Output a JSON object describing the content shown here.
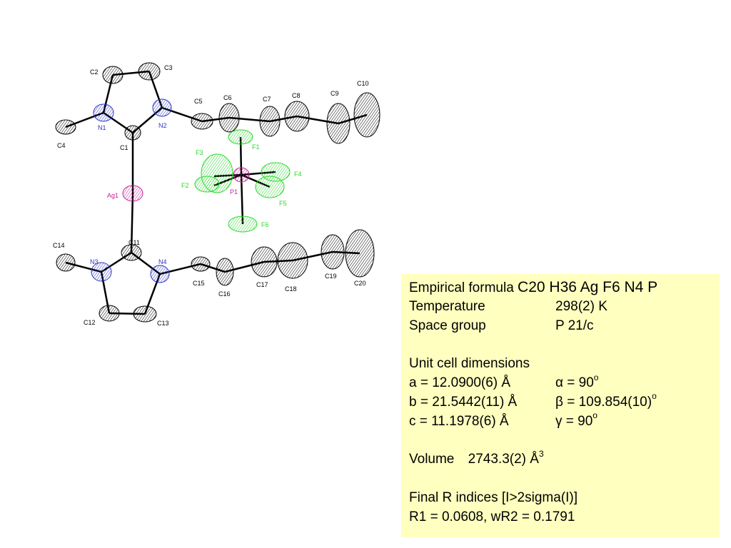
{
  "colors": {
    "carbon": "#000000",
    "nitrogen": "#2a34c8",
    "fluorine": "#28d82a",
    "phosphorus": "#c8209a",
    "silver": "#c8209a",
    "panel": "#ffffc0"
  },
  "atoms": {
    "C1": "C1",
    "C2": "C2",
    "C3": "C3",
    "C4": "C4",
    "C5": "C5",
    "C6": "C6",
    "C7": "C7",
    "C8": "C8",
    "C9": "C9",
    "C10": "C10",
    "C11": "C11",
    "C12": "C12",
    "C13": "C13",
    "C14": "C14",
    "C15": "C15",
    "C16": "C16",
    "C17": "C17",
    "C18": "C18",
    "C19": "C19",
    "C20": "C20",
    "N1": "N1",
    "N2": "N2",
    "N3": "N3",
    "N4": "N4",
    "Ag1": "Ag1",
    "P1": "P1",
    "F1": "F1",
    "F2": "F2",
    "F3": "F3",
    "F4": "F4",
    "F5": "F5",
    "F6": "F6"
  },
  "crystal": {
    "formula_label": "Empirical formula",
    "formula_value": "C20 H36 Ag F6 N4 P",
    "temperature_label": "Temperature",
    "temperature_value": "298(2) K",
    "space_group_label": "Space group",
    "space_group_value": "P 21/c",
    "unit_cell_heading": "Unit cell dimensions",
    "a": "a = 12.0900(6) Å",
    "alpha": "α = 90",
    "b": "b = 21.5442(11) Å",
    "beta": "β = 109.854(10)",
    "c": "c = 11.1978(6) Å",
    "gamma": "γ = 90",
    "degree_sup": "o",
    "volume_label": "Volume",
    "volume_value": "2743.3(2) Å",
    "volume_sup": "3",
    "r_heading": "Final R indices [I>2sigma(I)]",
    "r_values": "R1 = 0.0608, wR2 = 0.1791"
  }
}
